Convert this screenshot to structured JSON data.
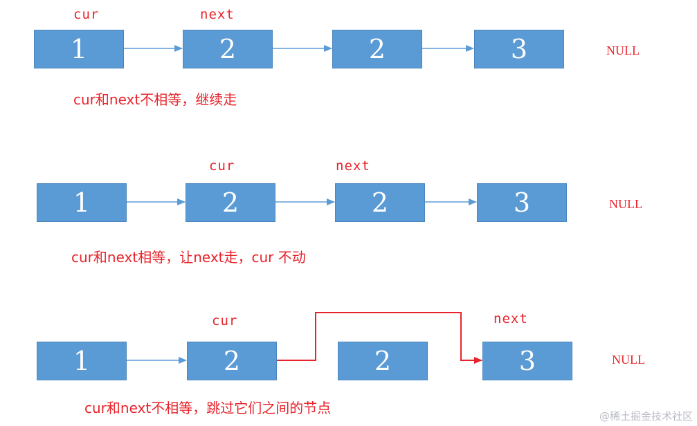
{
  "rows": [
    {
      "nodes": [
        "1",
        "2",
        "2",
        "3"
      ],
      "cur_label": "cur",
      "next_label": "next",
      "null_label": "NULL",
      "caption": "cur和next不相等，继续走"
    },
    {
      "nodes": [
        "1",
        "2",
        "2",
        "3"
      ],
      "cur_label": "cur",
      "next_label": "next",
      "null_label": "NULL",
      "caption": "cur和next相等，让next走，cur 不动"
    },
    {
      "nodes": [
        "1",
        "2",
        "2",
        "3"
      ],
      "cur_label": "cur",
      "next_label": "next",
      "null_label": "NULL",
      "caption": "cur和next不相等，跳过它们之间的节点"
    }
  ],
  "watermark": "@稀土掘金技术社区",
  "colors": {
    "node_fill": "#5b9bd5",
    "link_arrow": "#5b9bd5",
    "label_red": "#e8232b",
    "skip_arrow": "#e8232b"
  }
}
